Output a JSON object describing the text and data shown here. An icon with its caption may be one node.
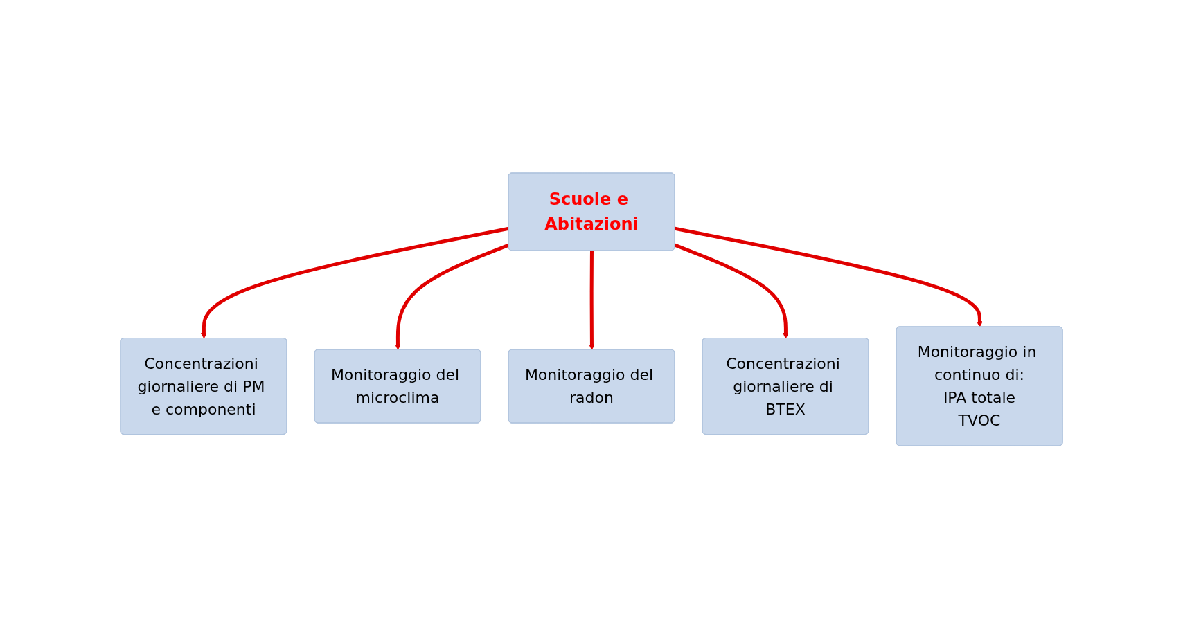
{
  "diagram": {
    "nodes": [
      {
        "text": [
          "Concentrazioni giornaliere di PM e componenti"
        ]
      },
      {
        "text": [
          "Monitoraggio del microclima"
        ]
      },
      {
        "text": [
          "Monitoraggio del radon"
        ]
      },
      {
        "text": [
          "Scuole e Abitazioni"
        ]
      },
      {
        "text": [
          "Concentrazioni giornaliere di BTEX"
        ]
      },
      {
        "text": [
          "Monitoraggio in continuo di:",
          "IPA totale",
          "TVOC"
        ]
      }
    ],
    "edges": [
      {
        "from": 3,
        "to": 0,
        "arrow": "to"
      },
      {
        "from": 3,
        "to": 1,
        "arrow": "to"
      },
      {
        "from": 3,
        "to": 2,
        "arrow": "to"
      },
      {
        "from": 3,
        "to": 4,
        "arrow": "to"
      },
      {
        "from": 3,
        "to": 5,
        "arrow": "to"
      }
    ]
  }
}
